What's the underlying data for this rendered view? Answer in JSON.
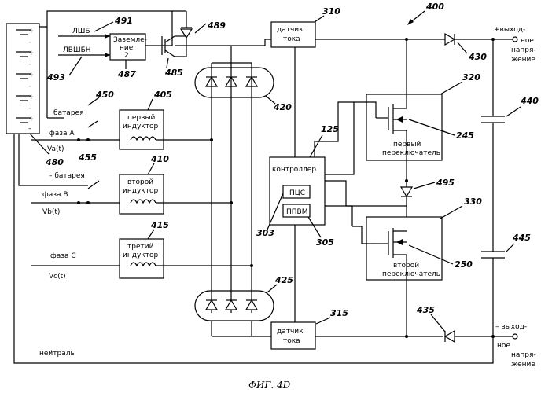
{
  "figure": {
    "caption": "ФИГ. 4D",
    "ref_numbers": {
      "r400": "400",
      "r310": "310",
      "r315": "315",
      "r320": "320",
      "r330": "330",
      "r405": "405",
      "r410": "410",
      "r415": "415",
      "r420": "420",
      "r425": "425",
      "r430": "430",
      "r435": "435",
      "r440": "440",
      "r445": "445",
      "r450": "450",
      "r455": "455",
      "r480": "480",
      "r485": "485",
      "r487": "487",
      "r489": "489",
      "r491": "491",
      "r493": "493",
      "r495": "495",
      "r125": "125",
      "r245": "245",
      "r250": "250",
      "r303": "303",
      "r305": "305"
    },
    "labels": {
      "sensor_top_1": "датчик",
      "sensor_top_2": "тока",
      "sensor_bot_1": "датчик",
      "sensor_bot_2": "тока",
      "ground_1": "Заземле-",
      "ground_2": "ние",
      "ground_3": "2",
      "lshb": "ЛШБ",
      "lvshbn": "ЛВШБН",
      "battery_1": "батарея",
      "battery_2": "– батарея",
      "phase_a": "фаза  А",
      "va": "Va(t)",
      "phase_b": "фаза  B",
      "vb": "Vb(t)",
      "phase_c": "фаза  C",
      "vc": "Vc(t)",
      "ind1_1": "первый",
      "ind1_2": "индуктор",
      "ind2_1": "второй",
      "ind2_2": "индуктор",
      "ind3_1": "третий",
      "ind3_2": "индуктор",
      "controller": "контроллер",
      "pcs": "ПЦС",
      "ppvm": "ППВМ",
      "sw1_1": "первый",
      "sw1_2": "переключатель",
      "sw2_1": "второй",
      "sw2_2": "переключатель",
      "out_plus_1": "+выход-",
      "out_plus_2": "ное",
      "out_plus_3": "напря-",
      "out_plus_4": "жение",
      "out_minus_1": "– выход-",
      "out_minus_2": "ное",
      "out_minus_3": "напря-",
      "out_minus_4": "жение",
      "neutral": "нейтраль"
    }
  }
}
